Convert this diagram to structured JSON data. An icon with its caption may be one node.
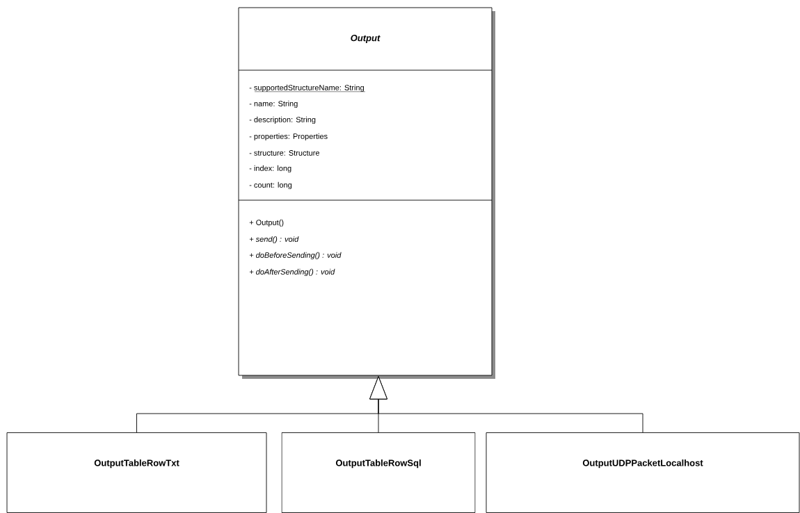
{
  "diagram": {
    "nodes": [
      {
        "text": [
          "Output",
          "- supportedStructureName: String",
          "- name: String",
          "- description: String",
          "- properties: Properties",
          "- structure: Structure",
          "- index: long",
          "- count: long",
          "+ Output()",
          "+ send() : void",
          "+ doBeforeSending() : void",
          "+ doAfterSending() : void"
        ]
      },
      {
        "text": [
          "OutputTableRowTxt"
        ]
      },
      {
        "text": [
          "OutputTableRowSql"
        ]
      },
      {
        "text": [
          "OutputUDPPacketLocalhost"
        ]
      }
    ],
    "edges": [
      {
        "from": 1,
        "to": 0,
        "arrow": "to"
      },
      {
        "from": 2,
        "to": 0,
        "arrow": "to"
      },
      {
        "from": 3,
        "to": 0,
        "arrow": "to"
      }
    ]
  }
}
